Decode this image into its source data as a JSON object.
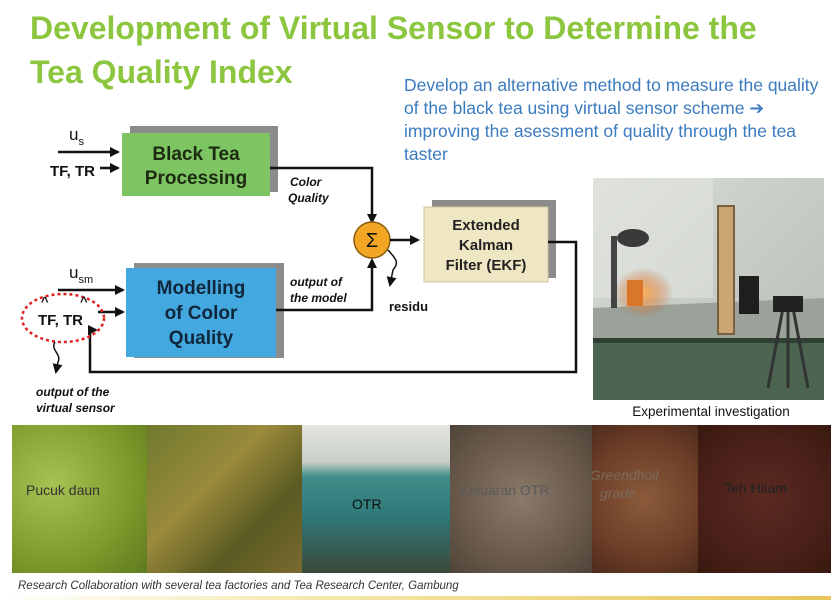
{
  "title": "Development of Virtual Sensor to Determine the Tea Quality Index",
  "description": "Develop an alternative method to measure the quality of the black tea using virtual sensor scheme ➔ improving the asessment of quality through the tea taster",
  "diagram": {
    "input_us": "u",
    "input_us_sub": "s",
    "input_tf_tr": "TF, TR",
    "box1": [
      "Black Tea",
      "Processing"
    ],
    "label_color_quality": [
      "Color",
      "Quality"
    ],
    "sum_symbol": "Σ",
    "ekf": [
      "Extended",
      "Kalman",
      "Filter (EKF)"
    ],
    "input_usm": "u",
    "input_usm_sub": "sm",
    "box2": [
      "Modelling",
      "of Color",
      "Quality"
    ],
    "label_output_model": [
      "output of",
      "the model"
    ],
    "label_residu": "residu",
    "hat_tf_tr": "TF, TR",
    "hat_marks": [
      "^",
      "^"
    ],
    "label_virtual_sensor": [
      "output of the",
      "virtual sensor"
    ]
  },
  "photo_caption": "Experimental investigation",
  "strip_labels": [
    "Pucuk daun",
    "OTR",
    "Keluaran OTR",
    "Greendhoil",
    "grade",
    "Teh Hitam"
  ],
  "footer": "Research Collaboration with several tea factories and Tea Research Center, Gambung",
  "colors": {
    "title": "#8cc63f",
    "description": "#3a7bbf",
    "box_green": "#7dc563",
    "box_blue": "#44a8e0",
    "ekf_box": "#efe7c4",
    "sum_circle": "#f2a623"
  }
}
